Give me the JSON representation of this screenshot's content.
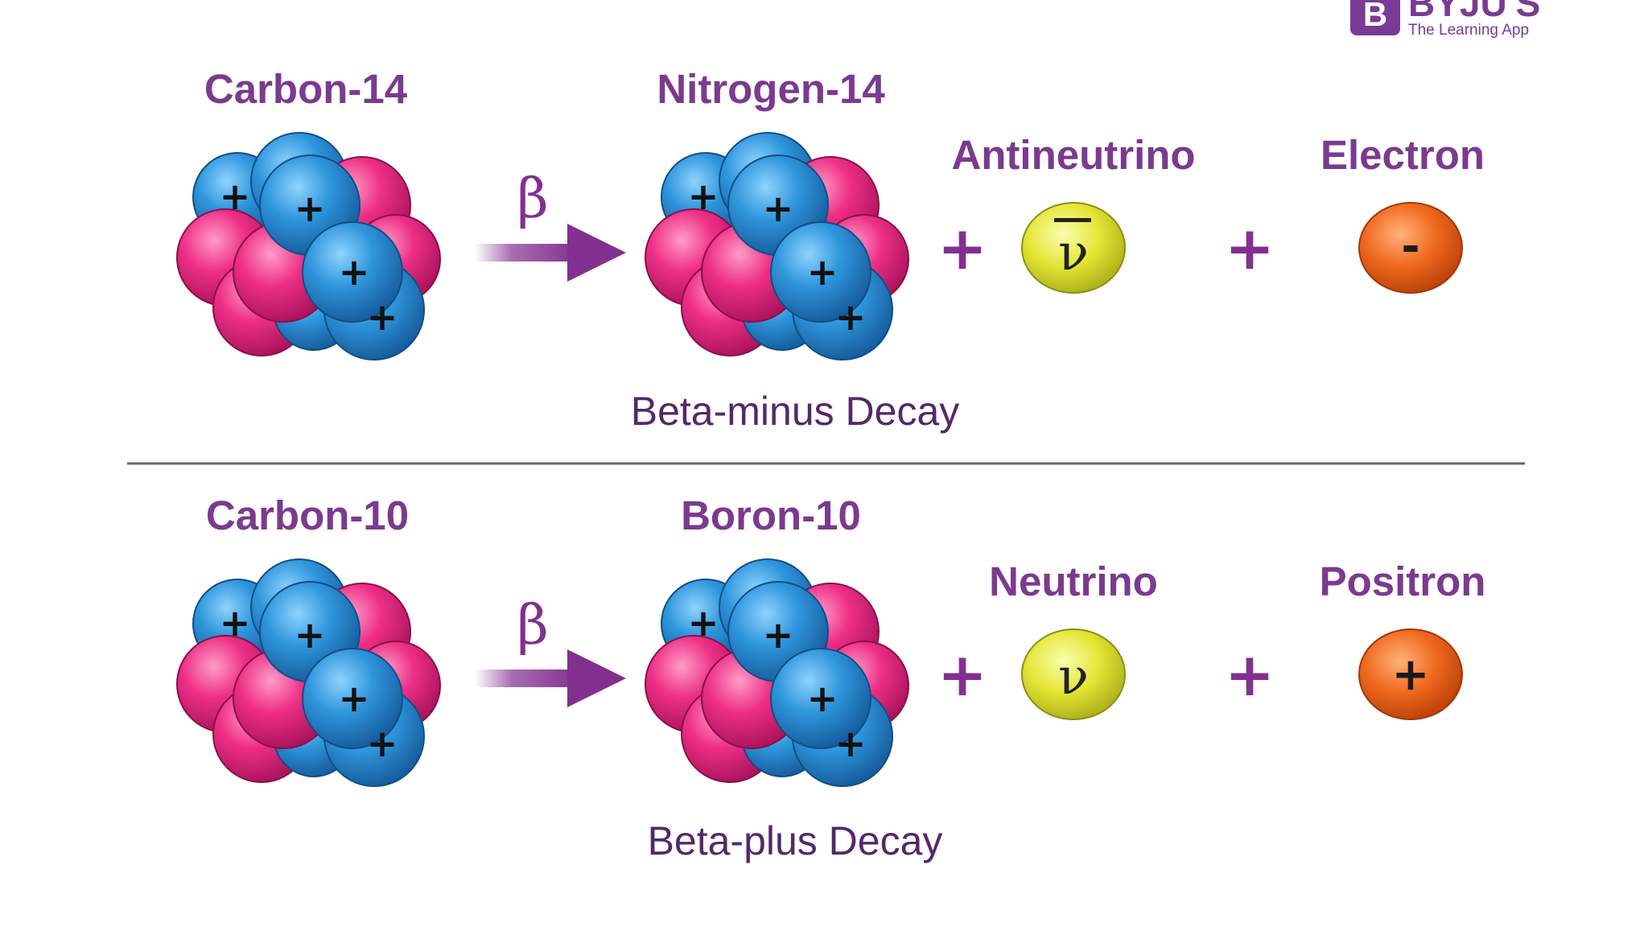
{
  "logo": {
    "brand": "BYJU'S",
    "tagline": "The Learning App",
    "mark": "B"
  },
  "beta_minus": {
    "parent_label": "Carbon-14",
    "daughter_label": "Nitrogen-14",
    "arrow_symbol": "β",
    "particle1_label": "Antineutrino",
    "particle1_symbol": "ν",
    "particle2_label": "Electron",
    "particle2_charge": "-",
    "caption": "Beta-minus Decay"
  },
  "beta_plus": {
    "parent_label": "Carbon-10",
    "daughter_label": "Boron-10",
    "arrow_symbol": "β",
    "particle1_label": "Neutrino",
    "particle1_symbol": "ν",
    "particle2_label": "Positron",
    "particle2_charge": "+",
    "caption": "Beta-plus Decay"
  },
  "signs": {
    "plus": "+",
    "proton_charge": "+"
  },
  "colors": {
    "accent": "#7b3a8f",
    "proton": "#2a8fd6",
    "neutron": "#ee2f86",
    "neutrino": "#e6e83a",
    "electron": "#f06a23",
    "divider": "#666666"
  },
  "icons": {
    "nucleus": "nucleus-icon",
    "arrow": "arrow-right-icon",
    "neutrino": "neutrino-icon",
    "electron": "electron-icon"
  }
}
